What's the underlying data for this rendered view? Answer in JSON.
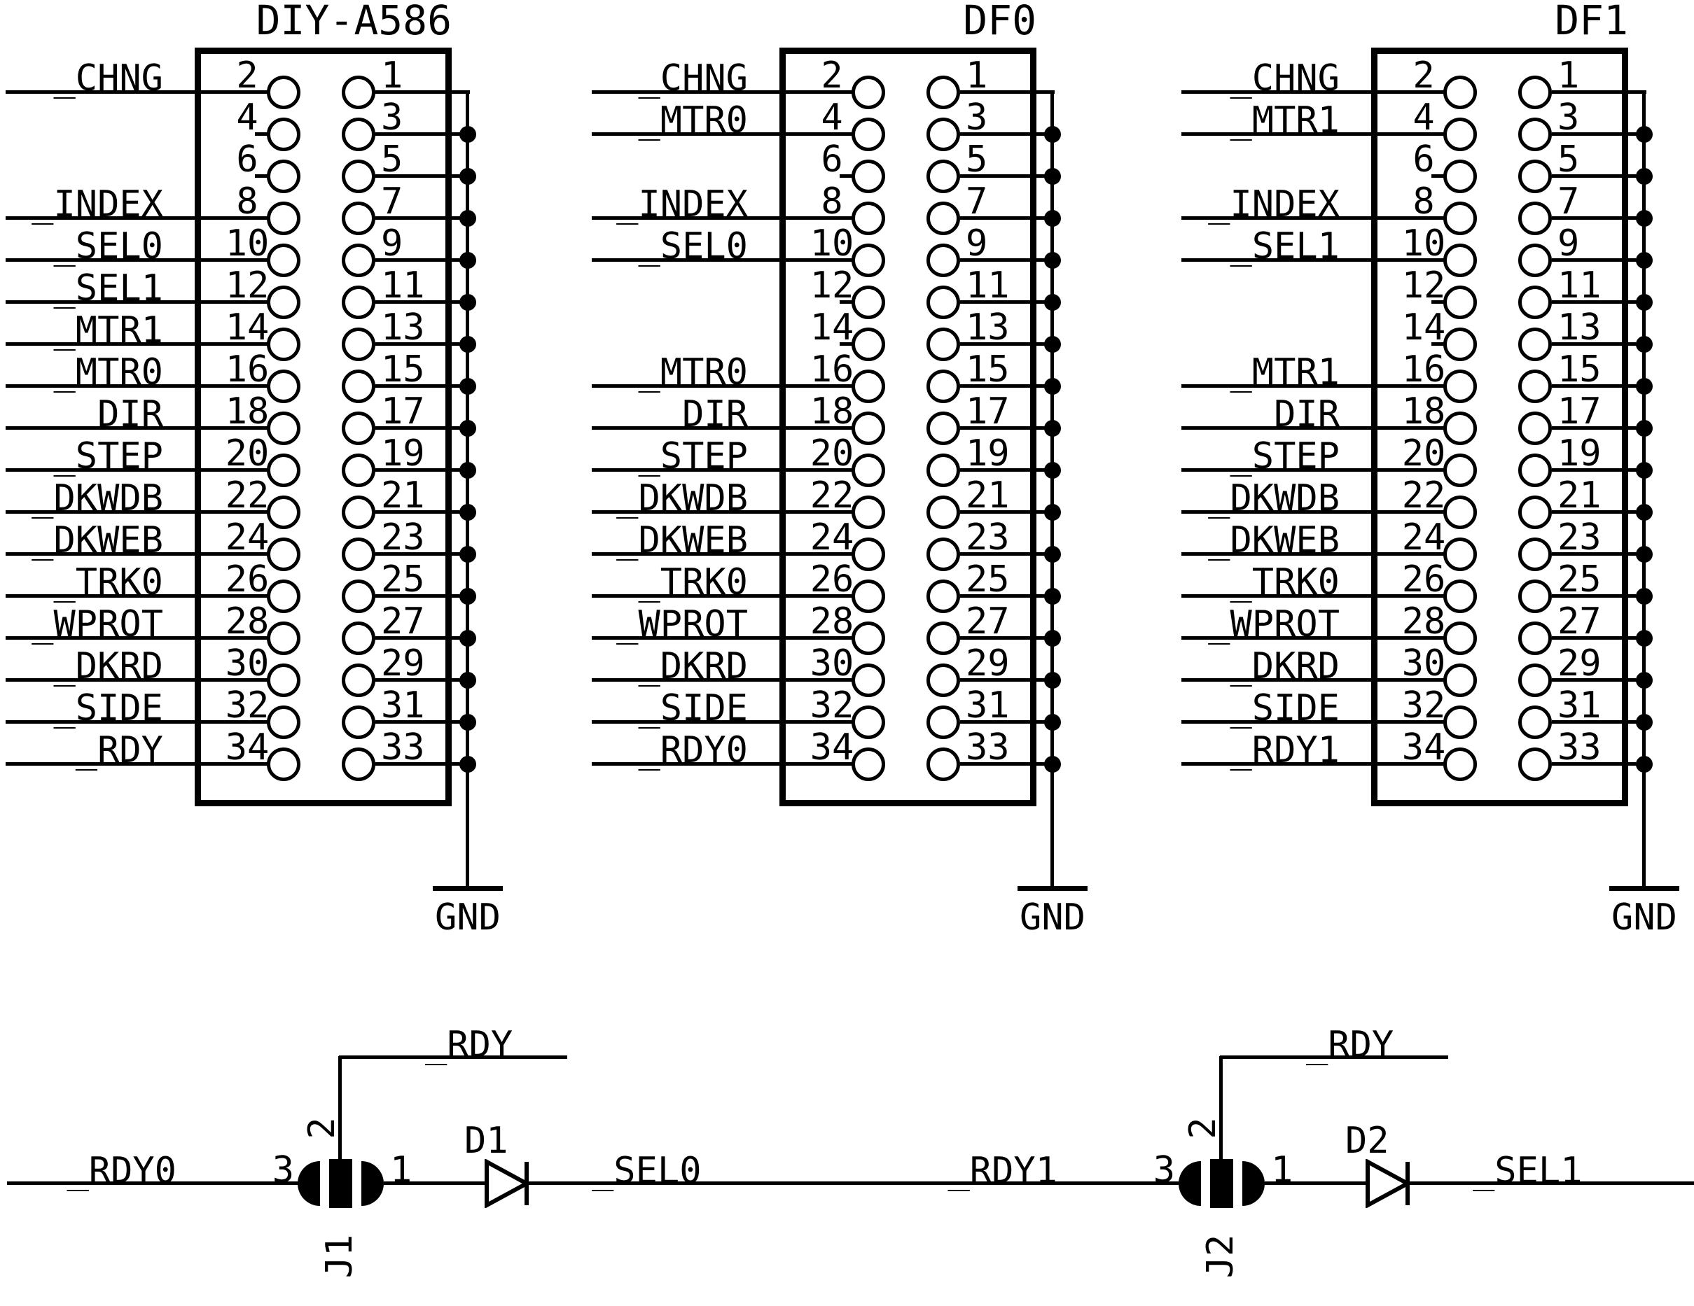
{
  "colors": {
    "ink": "#000000",
    "background": "#ffffff"
  },
  "connectors": [
    {
      "title": "DIY-A586",
      "gnd": "GND",
      "pins_left": [
        {
          "num": "2",
          "label": "_CHNG"
        },
        {
          "num": "4",
          "label": ""
        },
        {
          "num": "6",
          "label": ""
        },
        {
          "num": "8",
          "label": "_INDEX"
        },
        {
          "num": "10",
          "label": "_SEL0"
        },
        {
          "num": "12",
          "label": "_SEL1"
        },
        {
          "num": "14",
          "label": "_MTR1"
        },
        {
          "num": "16",
          "label": "_MTR0"
        },
        {
          "num": "18",
          "label": "DIR"
        },
        {
          "num": "20",
          "label": "_STEP"
        },
        {
          "num": "22",
          "label": "_DKWDB"
        },
        {
          "num": "24",
          "label": "_DKWEB"
        },
        {
          "num": "26",
          "label": "_TRK0"
        },
        {
          "num": "28",
          "label": "_WPROT"
        },
        {
          "num": "30",
          "label": "_DKRD"
        },
        {
          "num": "32",
          "label": "_SIDE"
        },
        {
          "num": "34",
          "label": "_RDY"
        }
      ],
      "pins_right": [
        "1",
        "3",
        "5",
        "7",
        "9",
        "11",
        "13",
        "15",
        "17",
        "19",
        "21",
        "23",
        "25",
        "27",
        "29",
        "31",
        "33"
      ]
    },
    {
      "title": "DF0",
      "gnd": "GND",
      "pins_left": [
        {
          "num": "2",
          "label": "_CHNG"
        },
        {
          "num": "4",
          "label": "_MTR0"
        },
        {
          "num": "6",
          "label": ""
        },
        {
          "num": "8",
          "label": "_INDEX"
        },
        {
          "num": "10",
          "label": "_SEL0"
        },
        {
          "num": "12",
          "label": ""
        },
        {
          "num": "14",
          "label": ""
        },
        {
          "num": "16",
          "label": "_MTR0"
        },
        {
          "num": "18",
          "label": "DIR"
        },
        {
          "num": "20",
          "label": "_STEP"
        },
        {
          "num": "22",
          "label": "_DKWDB"
        },
        {
          "num": "24",
          "label": "_DKWEB"
        },
        {
          "num": "26",
          "label": "_TRK0"
        },
        {
          "num": "28",
          "label": "_WPROT"
        },
        {
          "num": "30",
          "label": "_DKRD"
        },
        {
          "num": "32",
          "label": "_SIDE"
        },
        {
          "num": "34",
          "label": "_RDY0"
        }
      ],
      "pins_right": [
        "1",
        "3",
        "5",
        "7",
        "9",
        "11",
        "13",
        "15",
        "17",
        "19",
        "21",
        "23",
        "25",
        "27",
        "29",
        "31",
        "33"
      ]
    },
    {
      "title": "DF1",
      "gnd": "GND",
      "pins_left": [
        {
          "num": "2",
          "label": "_CHNG"
        },
        {
          "num": "4",
          "label": "_MTR1"
        },
        {
          "num": "6",
          "label": ""
        },
        {
          "num": "8",
          "label": "_INDEX"
        },
        {
          "num": "10",
          "label": "_SEL1"
        },
        {
          "num": "12",
          "label": ""
        },
        {
          "num": "14",
          "label": ""
        },
        {
          "num": "16",
          "label": "_MTR1"
        },
        {
          "num": "18",
          "label": "DIR"
        },
        {
          "num": "20",
          "label": "_STEP"
        },
        {
          "num": "22",
          "label": "_DKWDB"
        },
        {
          "num": "24",
          "label": "_DKWEB"
        },
        {
          "num": "26",
          "label": "_TRK0"
        },
        {
          "num": "28",
          "label": "_WPROT"
        },
        {
          "num": "30",
          "label": "_DKRD"
        },
        {
          "num": "32",
          "label": "_SIDE"
        },
        {
          "num": "34",
          "label": "_RDY1"
        }
      ],
      "pins_right": [
        "1",
        "3",
        "5",
        "7",
        "9",
        "11",
        "13",
        "15",
        "17",
        "19",
        "21",
        "23",
        "25",
        "27",
        "29",
        "31",
        "33"
      ]
    }
  ],
  "jumper_circuits": [
    {
      "net_in": "_RDY0",
      "jumper": "J1",
      "pin3": "3",
      "pin2": "2",
      "pin1": "1",
      "net_top": "_RDY",
      "diode": "D1",
      "net_out": "_SEL0"
    },
    {
      "net_in": "_RDY1",
      "jumper": "J2",
      "pin3": "3",
      "pin2": "2",
      "pin1": "1",
      "net_top": "_RDY",
      "diode": "D2",
      "net_out": "_SEL1"
    }
  ]
}
